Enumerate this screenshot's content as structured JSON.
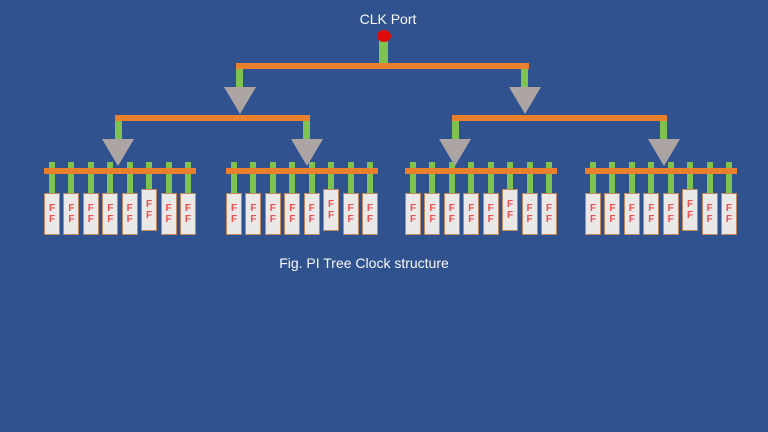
{
  "slide": {
    "title": "CLK Port",
    "caption": "Fig. PI Tree Clock structure"
  },
  "flipflop": {
    "letter": "F"
  },
  "tree": {
    "root_label": "CLK Port",
    "levels": 3,
    "level1_branches": 2,
    "level2_branches": 4,
    "group_count": 4,
    "flipflops_per_group": 8,
    "total_flipflops": 32
  },
  "colors": {
    "background": "#30528F",
    "bar_orange": "#E8802E",
    "net_green": "#7FC24F",
    "clk_dot_red": "#DF0A0A",
    "arrow_gray": "#ACA5A4",
    "ff_fill": "#EAE9E8",
    "ff_border": "#C08A5E",
    "ff_text": "#EF4F4F",
    "label_text": "#F8F9FA"
  }
}
